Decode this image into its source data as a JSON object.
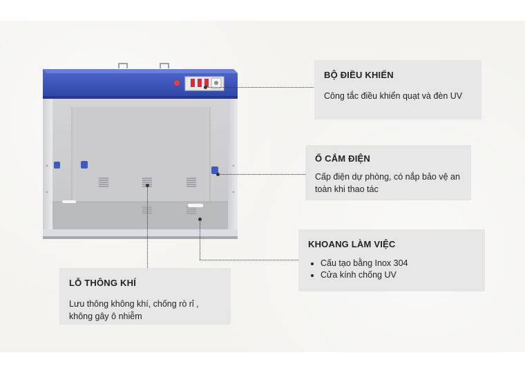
{
  "callouts": {
    "controller": {
      "title": "BỘ ĐIỀU KHIỂN",
      "desc": "Công tắc điều khiển quạt và đèn UV"
    },
    "socket": {
      "title": "Ổ CẮM ĐIỆN",
      "desc": "Cấp điện dự phòng, có nắp bảo vệ an toàn khi thao tác"
    },
    "workspace": {
      "title": "KHOANG LÀM VIỆC",
      "bullets": [
        "Cấu tạo bằng Inox 304",
        "Cửa kính chống UV"
      ]
    },
    "vent": {
      "title": "LỖ THÔNG KHÍ",
      "desc": "Lưu thông không khí, chống rò rỉ , không gây ô nhiễm"
    }
  },
  "colors": {
    "cabinet_top": "#3a52b8",
    "card_bg": "#e6e6e6",
    "leader": "#333333"
  }
}
